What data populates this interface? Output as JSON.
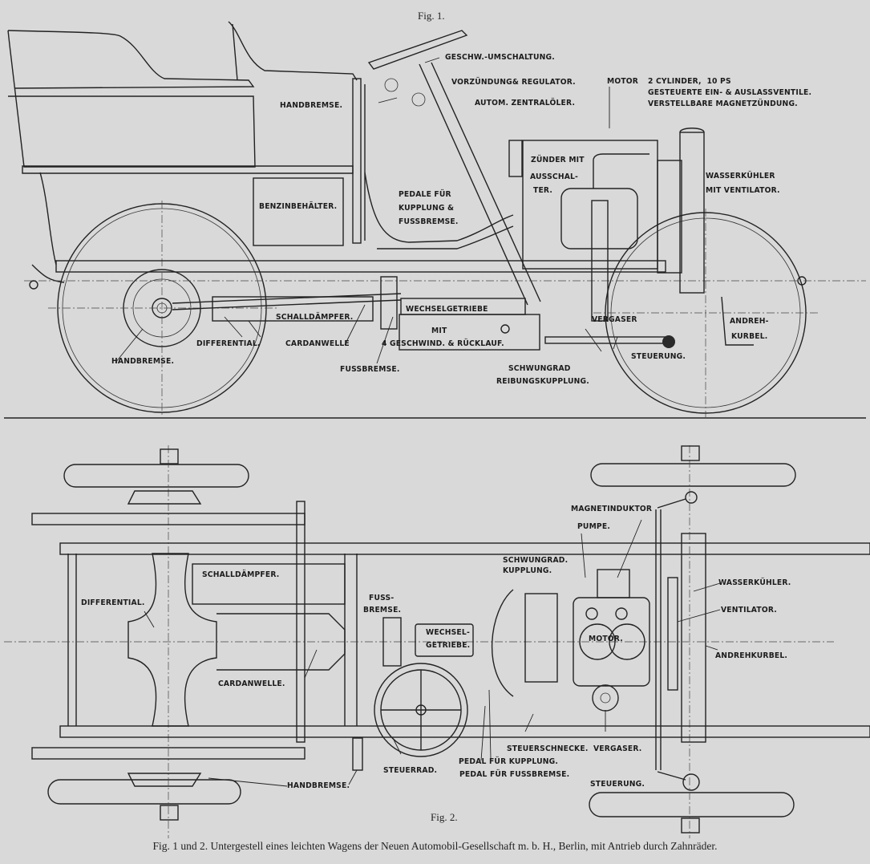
{
  "figure1": {
    "title": "Fig. 1.",
    "labels": {
      "geschw_umschaltung": "GESCHW.-UMSCHALTUNG.",
      "vorzuendung": "VORZÜNDUNG& REGULATOR.",
      "zentraloeler": "AUTOM. ZENTRALÖLER.",
      "motor": "MOTOR",
      "motor_spec_1": "2 CYLINDER,  10 PS",
      "motor_spec_2": "GESTEUERTE EIN- & AUSLASSVENTILE.",
      "motor_spec_3": "VERSTELLBARE MAGNETZÜNDUNG.",
      "handbremse_top": "HANDBREMSE.",
      "zuender": "ZÜNDER MIT",
      "ausschalter_1": "AUSSCHAL-",
      "ausschalter_2": "TER.",
      "wasserkuehler_1": "WASSERKÜHLER",
      "wasserkuehler_2": "MIT VENTILATOR.",
      "benzinbehaelter": "BENZINBEHÄLTER.",
      "pedale_1": "PEDALE FÜR",
      "pedale_2": "KUPPLUNG &",
      "pedale_3": "FUSSBREMSE.",
      "wechselgetriebe": "WECHSELGETRIEBE",
      "mit": "MIT",
      "geschwind": "4 GESCHWIND. & RÜCKLAUF.",
      "schalldaempfer": "SCHALLDÄMPFER.",
      "differential": "DIFFERENTIAL.",
      "cardanwelle": "CARDANWELLE",
      "handbremse_bottom": "HANDBREMSE.",
      "fussbremse": "FUSSBREMSE.",
      "schwungrad_1": "SCHWUNGRAD",
      "schwungrad_2": "REIBUNGSKUPPLUNG.",
      "vergaser": "VERGASER",
      "steuerung": "STEUERUNG.",
      "andrehkurbel_1": "ANDREH-",
      "andrehkurbel_2": "KURBEL."
    }
  },
  "figure2": {
    "title": "Fig. 2.",
    "labels": {
      "magnetinduktor": "MAGNETINDUKTOR",
      "pumpe": "PUMPE.",
      "schwungrad_1": "SCHWUNGRAD.",
      "schwungrad_2": "KUPPLUNG.",
      "schalldaempfer": "SCHALLDÄMPFER.",
      "differential": "DIFFERENTIAL.",
      "fussbremse_1": "FUSS-",
      "fussbremse_2": "BREMSE.",
      "wechsel_1": "WECHSEL-",
      "wechsel_2": "GETRIEBE.",
      "motor": "MOTOR.",
      "wasserkuehler": "WASSERKÜHLER.",
      "ventilator": "VENTILATOR.",
      "andrehkurbel": "ANDREHKURBEL.",
      "cardanwelle": "CARDANWELLE.",
      "steuerrad": "STEUERRAD.",
      "steuerschnecke": "STEUERSCHNECKE.",
      "vergaser": "VERGASER.",
      "pedal_kupplung": "PEDAL FÜR KUPPLUNG.",
      "pedal_fussbremse": "PEDAL FÜR FUSSBREMSE.",
      "handbremse": "HANDBREMSE.",
      "steuerung": "STEUERUNG."
    }
  },
  "caption": "Fig. 1 und 2.  Untergestell eines leichten Wagens der Neuen Automobil-Gesellschaft m. b. H., Berlin, mit Antrieb durch Zahnräder."
}
